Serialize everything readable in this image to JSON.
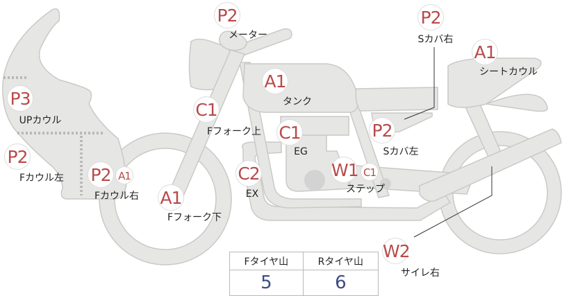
{
  "parts": [
    {
      "grade": "P2",
      "label": "メーター"
    },
    {
      "grade": "P2",
      "label": "Sカバ右"
    },
    {
      "grade": "A1",
      "label": "シートカウル"
    },
    {
      "grade": "A1",
      "label": "タンク"
    },
    {
      "grade": "P3",
      "label": "UPカウル"
    },
    {
      "grade": "C1",
      "label": "Fフォーク上"
    },
    {
      "grade": "C1",
      "label": "EG"
    },
    {
      "grade": "P2",
      "label": "Sカバ左"
    },
    {
      "grade": "P2",
      "label": "Fカウル左"
    },
    {
      "grade": "P2",
      "grade2": "A1",
      "label": "Fカウル右"
    },
    {
      "grade": "A1",
      "label": "Fフォーク下"
    },
    {
      "grade": "C2",
      "label": "EX"
    },
    {
      "grade": "W1",
      "grade2": "C1",
      "label": "ステップ"
    },
    {
      "grade": "W2",
      "label": "サイレ右"
    }
  ],
  "tires": {
    "front_label": "Fタイヤ山",
    "front_value": "5",
    "rear_label": "Rタイヤ山",
    "rear_value": "6"
  },
  "colors": {
    "part_fill": "#e6e6e4",
    "part_stroke": "#c9c9c7",
    "grade": "#b84a4a",
    "tire_value": "#3b4a86"
  }
}
